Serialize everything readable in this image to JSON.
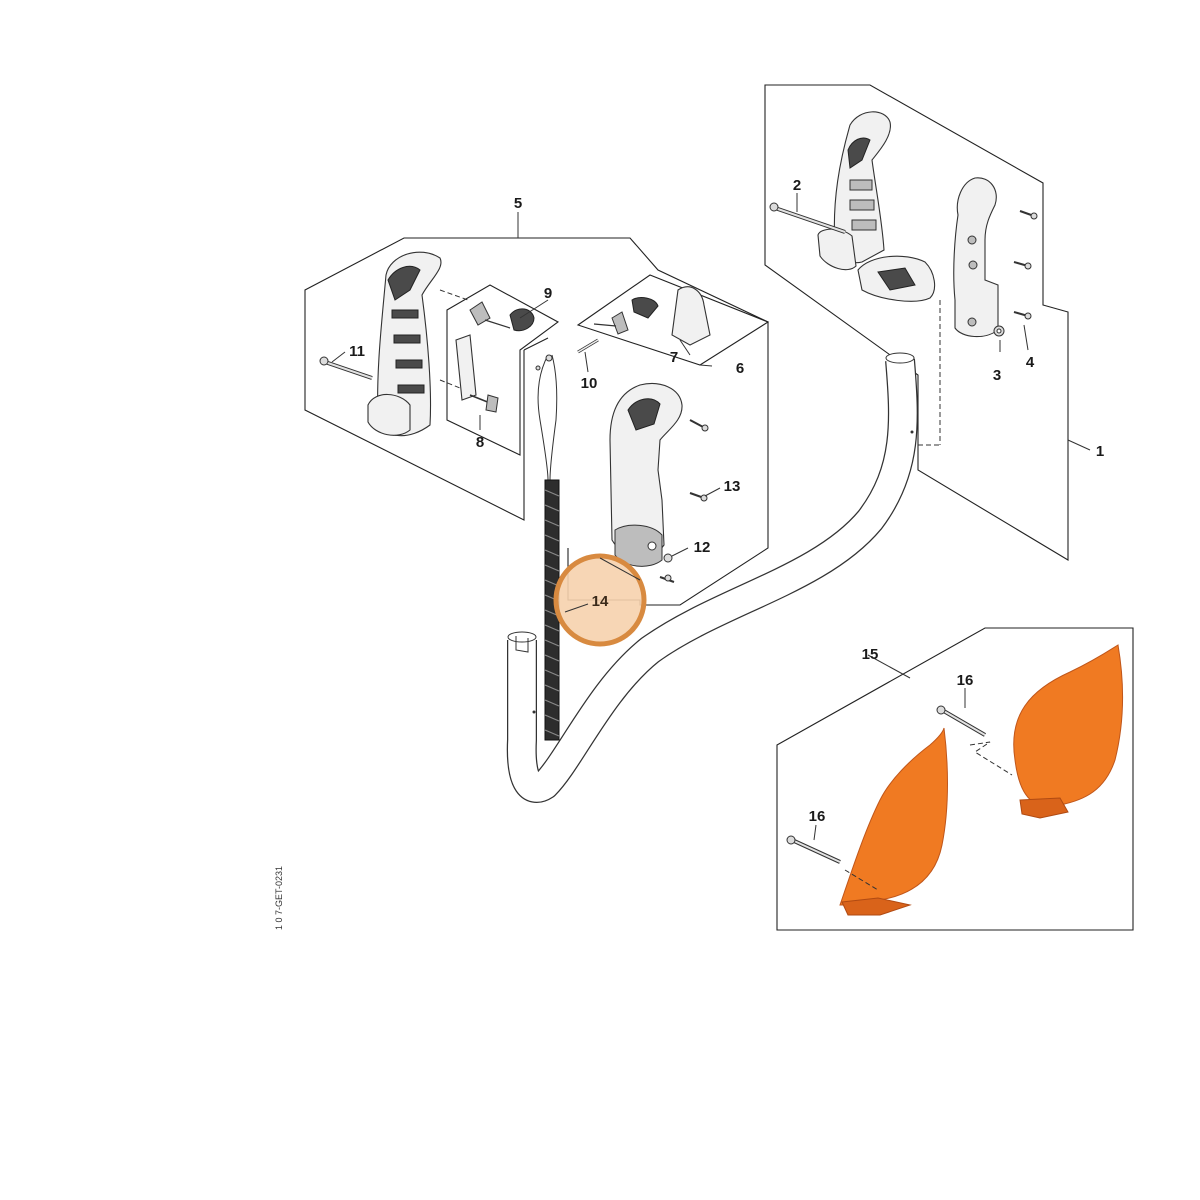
{
  "diagram": {
    "part_labels": {
      "p1": "1",
      "p2": "2",
      "p3": "3",
      "p4": "4",
      "p5": "5",
      "p6": "6",
      "p7": "7",
      "p8": "8",
      "p9": "9",
      "p10": "10",
      "p11": "11",
      "p12": "12",
      "p13": "13",
      "p14": "14",
      "p15": "15",
      "p16a": "16",
      "p16b": "16"
    },
    "highlighted_part": "14",
    "highlight_color": "#d88a40",
    "guard_color": "#f07a22",
    "drawing_code": "1 0 7-GET-0231"
  }
}
